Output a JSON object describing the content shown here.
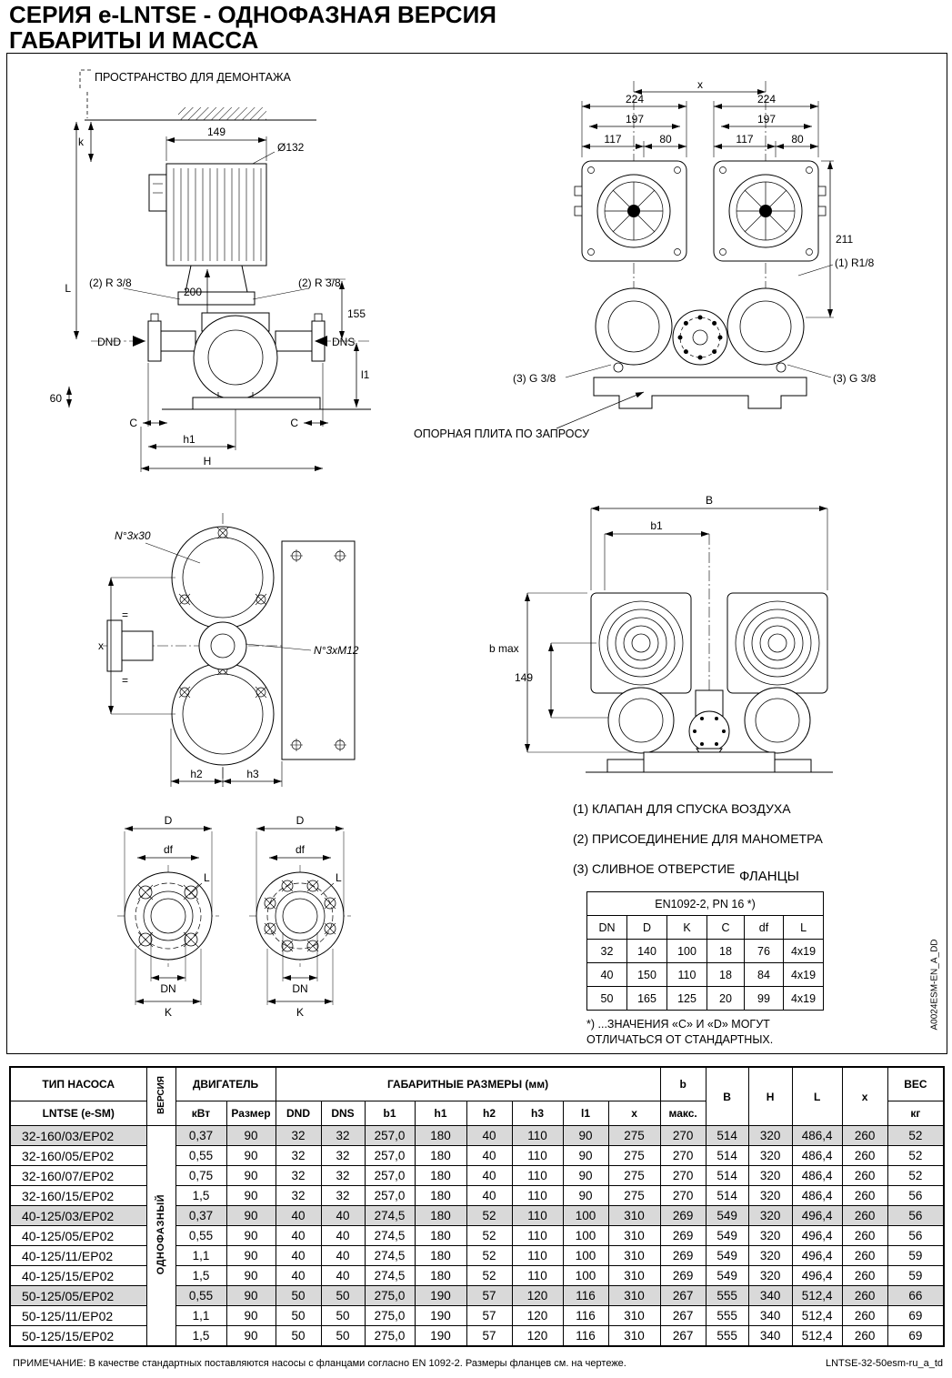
{
  "title": {
    "line1": "СЕРИЯ e-LNTSE - ОДНОФАЗНАЯ ВЕРСИЯ",
    "line2": "ГАБАРИТЫ И МАССА"
  },
  "drawing": {
    "dismantling_space": "ПРОСТРАНСТВО ДЛЯ ДЕМОНТАЖА",
    "support_plate": "ОПОРНАЯ ПЛИТА ПО ЗАПРОСУ",
    "side_view": {
      "dim_k": "k",
      "dim_149": "149",
      "dia_132": "Ø132",
      "r38": "(2) R 3/8",
      "dim_L": "L",
      "dim_200": "200",
      "dim_155": "155",
      "dnd": "DND",
      "dns": "DNS",
      "dim_l1": "l1",
      "dim_60": "60",
      "dim_C": "C",
      "dim_h1": "h1",
      "dim_H": "H"
    },
    "twin_top_view": {
      "dim_x": "x",
      "dim_224": "224",
      "dim_197": "197",
      "dim_117": "117",
      "dim_80": "80",
      "dim_211": "211",
      "r18": "(1) R1/8",
      "g38": "(3) G 3/8"
    },
    "single_top_view": {
      "n3x30": "N°3x30",
      "n3xm12": "N°3xM12",
      "dim_x": "x",
      "equal": "=",
      "dim_h2": "h2",
      "dim_h3": "h3"
    },
    "front_view": {
      "dim_B": "B",
      "dim_b1": "b1",
      "dim_bmax": "b max",
      "dim_149": "149"
    },
    "flange_detail": {
      "dim_D": "D",
      "dim_df": "df",
      "dim_L": "L",
      "dim_DN": "DN",
      "dim_K": "K"
    },
    "notes": [
      "(1) КЛАПАН ДЛЯ СПУСКА ВОЗДУХА",
      "(2) ПРИСОЕДИНЕНИЕ ДЛЯ МАНОМЕТРА",
      "(3) СЛИВНОЕ ОТВЕРСТИЕ"
    ]
  },
  "flange_table": {
    "title": "ФЛАНЦЫ",
    "standard": "EN1092-2, PN 16 *)",
    "columns": [
      "DN",
      "D",
      "K",
      "C",
      "df",
      "L"
    ],
    "rows": [
      [
        "32",
        "140",
        "100",
        "18",
        "76",
        "4x19"
      ],
      [
        "40",
        "150",
        "110",
        "18",
        "84",
        "4x19"
      ],
      [
        "50",
        "165",
        "125",
        "20",
        "99",
        "4x19"
      ]
    ],
    "footnote_line1": "*) ...ЗНАЧЕНИЯ «С» И «D» МОГУТ",
    "footnote_line2": "ОТЛИЧАТЬСЯ ОТ СТАНДАРТНЫХ."
  },
  "side_code": "A0024ESM-EN_A_DD",
  "main_table": {
    "pump_type_header": "ТИП НАСОСА",
    "pump_type_sub": "LNTSE (e-SM)",
    "version_header": "ВЕРСИЯ",
    "version_value": "ОДНОФАЗНЫЙ",
    "motor_header": "ДВИГАТЕЛЬ",
    "motor_sub": [
      "кВт",
      "Размер"
    ],
    "dims_header": "ГАБАРИТНЫЕ РАЗМЕРЫ (мм)",
    "dims_sub": [
      "DND",
      "DNS",
      "b1",
      "h1",
      "h2",
      "h3",
      "l1",
      "x"
    ],
    "b_header": "b",
    "b_sub": "макс.",
    "col_B": "B",
    "col_H": "H",
    "col_L": "L",
    "col_x": "x",
    "weight_header": "ВЕС",
    "weight_sub": "кг",
    "shaded_rows": [
      0,
      4,
      8
    ],
    "rows": [
      [
        "32-160/03/EP02",
        "0,37",
        "90",
        "32",
        "32",
        "257,0",
        "180",
        "40",
        "110",
        "90",
        "275",
        "270",
        "514",
        "320",
        "486,4",
        "260",
        "52"
      ],
      [
        "32-160/05/EP02",
        "0,55",
        "90",
        "32",
        "32",
        "257,0",
        "180",
        "40",
        "110",
        "90",
        "275",
        "270",
        "514",
        "320",
        "486,4",
        "260",
        "52"
      ],
      [
        "32-160/07/EP02",
        "0,75",
        "90",
        "32",
        "32",
        "257,0",
        "180",
        "40",
        "110",
        "90",
        "275",
        "270",
        "514",
        "320",
        "486,4",
        "260",
        "52"
      ],
      [
        "32-160/15/EP02",
        "1,5",
        "90",
        "32",
        "32",
        "257,0",
        "180",
        "40",
        "110",
        "90",
        "275",
        "270",
        "514",
        "320",
        "486,4",
        "260",
        "56"
      ],
      [
        "40-125/03/EP02",
        "0,37",
        "90",
        "40",
        "40",
        "274,5",
        "180",
        "52",
        "110",
        "100",
        "310",
        "269",
        "549",
        "320",
        "496,4",
        "260",
        "56"
      ],
      [
        "40-125/05/EP02",
        "0,55",
        "90",
        "40",
        "40",
        "274,5",
        "180",
        "52",
        "110",
        "100",
        "310",
        "269",
        "549",
        "320",
        "496,4",
        "260",
        "56"
      ],
      [
        "40-125/11/EP02",
        "1,1",
        "90",
        "40",
        "40",
        "274,5",
        "180",
        "52",
        "110",
        "100",
        "310",
        "269",
        "549",
        "320",
        "496,4",
        "260",
        "59"
      ],
      [
        "40-125/15/EP02",
        "1,5",
        "90",
        "40",
        "40",
        "274,5",
        "180",
        "52",
        "110",
        "100",
        "310",
        "269",
        "549",
        "320",
        "496,4",
        "260",
        "59"
      ],
      [
        "50-125/05/EP02",
        "0,55",
        "90",
        "50",
        "50",
        "275,0",
        "190",
        "57",
        "120",
        "116",
        "310",
        "267",
        "555",
        "340",
        "512,4",
        "260",
        "66"
      ],
      [
        "50-125/11/EP02",
        "1,1",
        "90",
        "50",
        "50",
        "275,0",
        "190",
        "57",
        "120",
        "116",
        "310",
        "267",
        "555",
        "340",
        "512,4",
        "260",
        "69"
      ],
      [
        "50-125/15/EP02",
        "1,5",
        "90",
        "50",
        "50",
        "275,0",
        "190",
        "57",
        "120",
        "116",
        "310",
        "267",
        "555",
        "340",
        "512,4",
        "260",
        "69"
      ]
    ]
  },
  "footer": {
    "note": "ПРИМЕЧАНИЕ: В качестве стандартных поставляются насосы с фланцами согласно EN 1092-2. Размеры фланцев см. на чертеже.",
    "code": "LNTSE-32-50esm-ru_a_td"
  },
  "colors": {
    "row_shade": "#d9d9d9"
  }
}
